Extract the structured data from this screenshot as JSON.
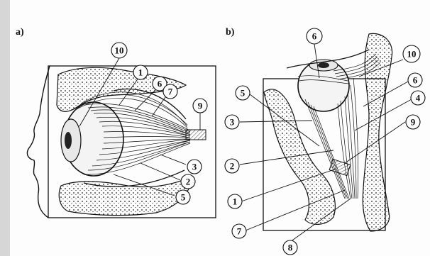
{
  "figure": {
    "paper_color": "#fdfdfd",
    "ink_color": "#111111",
    "margin_color": "#d6d6d6"
  },
  "panel_a": {
    "letter": "a)",
    "callouts": [
      "10",
      "1",
      "6",
      "7",
      "9",
      "3",
      "2",
      "5"
    ]
  },
  "panel_b": {
    "letter": "b)",
    "callouts": [
      "6",
      "10",
      "5",
      "6",
      "3",
      "4",
      "9",
      "2",
      "1",
      "7",
      "8"
    ]
  }
}
